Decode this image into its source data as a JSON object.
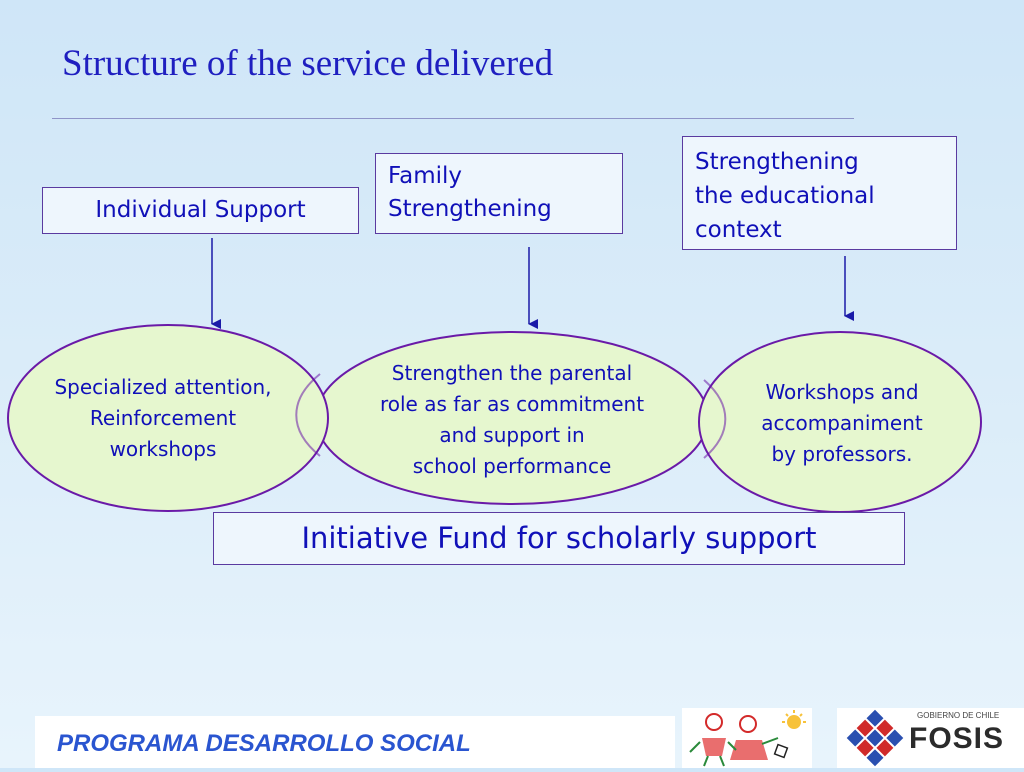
{
  "title": "Structure of the service delivered",
  "top_boxes": {
    "individual": [
      "Individual Support"
    ],
    "family": [
      "Family",
      "Strengthening"
    ],
    "educational": [
      "Strengthening",
      "the educational",
      "context"
    ]
  },
  "ellipses": {
    "individual": [
      "Specialized attention,",
      "Reinforcement",
      "workshops"
    ],
    "family": [
      "Strengthen the parental",
      "role as far as commitment",
      "and support in",
      "school performance"
    ],
    "educational": [
      "Workshops and",
      "accompaniment",
      "by professors."
    ]
  },
  "fund": "Initiative Fund for scholarly support",
  "footer": {
    "program": "PROGRAMA DESARROLLO SOCIAL",
    "logo_right_tagline": "GOBIERNO DE CHILE",
    "logo_right_name": "FOSIS"
  },
  "colors": {
    "text": "#1010b8",
    "ellipse_fill": "#e6f7cf",
    "ellipse_stroke": "#6a1aa8",
    "arrow": "#1a1aa8"
  },
  "icons": [
    "children-drawing-logo",
    "fosis-logo"
  ]
}
